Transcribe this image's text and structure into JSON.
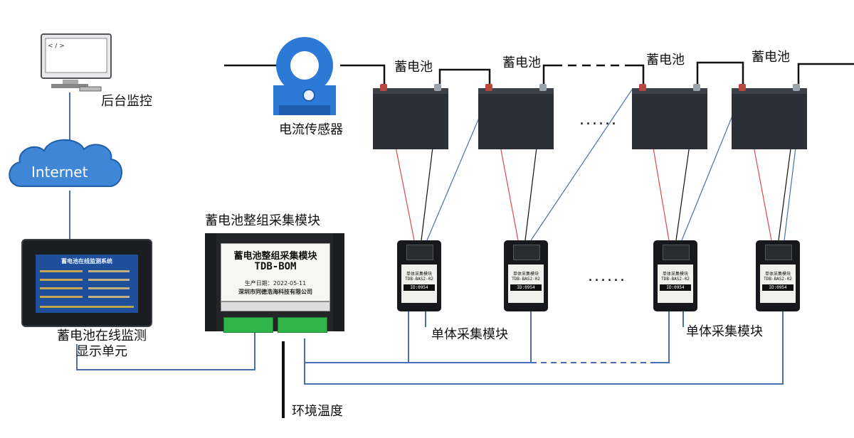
{
  "labels": {
    "backend": "后台监控",
    "internet": "Internet",
    "display_unit_line1": "蓄电池在线监测",
    "display_unit_line2": "显示单元",
    "group_module": "蓄电池整组采集模块",
    "current_sensor": "电流传感器",
    "battery": "蓄电池",
    "cell_module": "单体采集模块",
    "ambient_temp": "环境温度",
    "ellipsis": "......"
  },
  "computer": {
    "screen_code": "< / >"
  },
  "display_screen": {
    "title": "蓄电池在线监测系统"
  },
  "group_module_panel": {
    "title": "蓄电池整组采集模块",
    "model": "TDB-BOM",
    "production_date": "生产日期：2022-05-11",
    "company": "深圳市同德浩海科技有限公司"
  },
  "cell_module_panel": {
    "title": "单体采集模块",
    "model": "TDB-BAS2-02",
    "id": "ID:0954"
  },
  "colors": {
    "wire_black": "#111111",
    "wire_red": "#d94a4a",
    "wire_blue": "#4a6fb5",
    "cloud_fill": "#3f86d6",
    "sensor_blue": "#2d7ad6",
    "terminal_green": "#2fb54a"
  }
}
